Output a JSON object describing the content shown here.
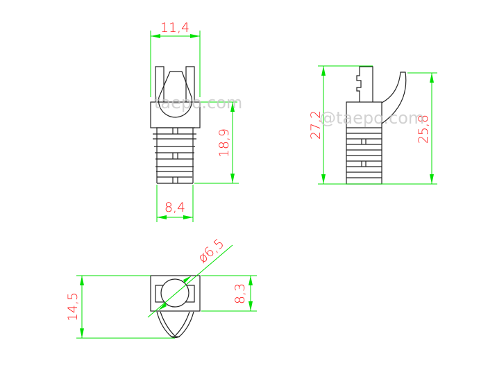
{
  "watermarks": [
    "taepo.com",
    "@taepo.com"
  ],
  "front_view": {
    "width_top": "11,4",
    "height": "18,9",
    "width_bottom": "8,4"
  },
  "side_view": {
    "overall_height": "27,2",
    "hook_height": "25,8"
  },
  "bottom_view": {
    "diameter": "ø6,5",
    "body_height": "8,3",
    "total_height": "14,5"
  },
  "colors": {
    "outline": "#222222",
    "dimension": "#00e000",
    "dimension_text": "#ff2020"
  }
}
